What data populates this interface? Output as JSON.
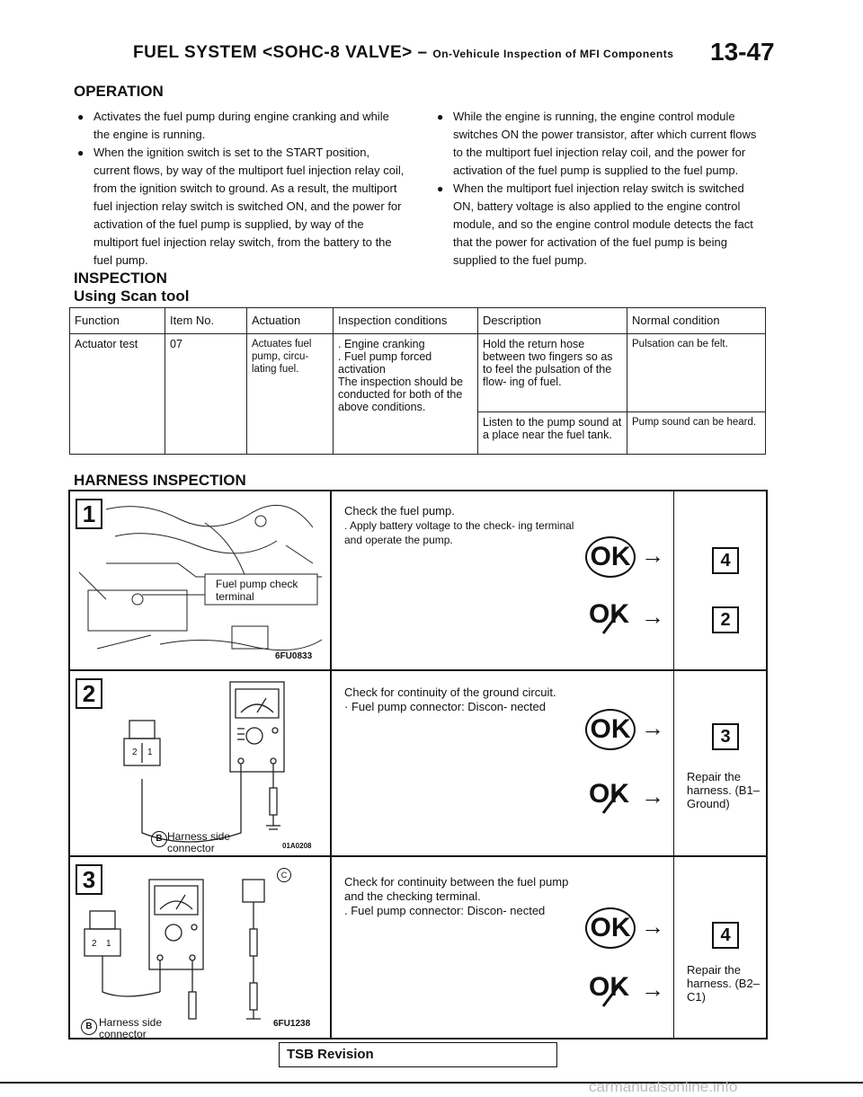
{
  "header": {
    "title": "FUEL SYSTEM <SOHC-8 VALVE> –",
    "subtitle": "On-Vehicule Inspection of MFI Components",
    "page": "13-47"
  },
  "operation": {
    "heading": "OPERATION",
    "left_bullets": [
      "Activates the fuel pump during engine cranking and while the engine is running.",
      "When the ignition switch is set to the START position, current flows, by way of the multiport fuel injection relay coil, from the ignition switch to ground. As a result, the multiport fuel injection relay switch is switched ON, and the power for activation of the fuel pump is supplied, by way of the multiport fuel injection relay switch, from the battery to the fuel pump."
    ],
    "right_bullets": [
      "While the engine is running, the engine control module switches ON the power transistor, after which current flows to the multiport fuel injection relay coil, and the power for activation of the fuel pump is supplied to the fuel pump.",
      "When the multiport fuel injection relay switch is switched ON, battery voltage is also applied to the engine control module, and so the engine control module detects the fact that the power for activation of the fuel pump is being supplied to the fuel pump."
    ]
  },
  "inspection": {
    "heading": "INSPECTION",
    "subheading": "Using Scan tool",
    "table": {
      "headers": [
        "Function",
        "Item No.",
        "Actuation",
        "Inspection conditions",
        "Description",
        "Normal condition"
      ],
      "function": "Actuator test",
      "item_no": "07",
      "actuation": "Actuates fuel pump, circu- lating fuel.",
      "conditions": [
        ". Engine cranking",
        ". Fuel pump forced activation",
        "The inspection should be conducted for both of the above conditions."
      ],
      "rows": [
        {
          "description": "Hold the return hose between two fingers so as to feel the pulsation of the flow- ing of fuel.",
          "normal": "Pulsation can be felt."
        },
        {
          "description": "Listen to the pump sound at a place near the fuel tank.",
          "normal": "Pump sound can be heard."
        }
      ]
    }
  },
  "harness": {
    "heading": "HARNESS INSPECTION",
    "steps": [
      {
        "num": "1",
        "text": "Check the fuel pump.",
        "sub": ". Apply battery voltage to the check- ing terminal and operate the pump.",
        "fig_label": "Fuel pump check terminal",
        "fig_code": "6FU0833",
        "ok_target": "4",
        "ng_target": "2",
        "ng_repair": ""
      },
      {
        "num": "2",
        "text": "Check for continuity of the ground circuit.",
        "sub": "· Fuel pump connector: Discon- nected",
        "fig_label": "Harness side connector",
        "fig_code": "01A0208",
        "ok_target": "3",
        "ng_target": "",
        "ng_repair": "Repair the harness. (B1– Ground)"
      },
      {
        "num": "3",
        "text": "Check for continuity between the fuel pump and the checking terminal.",
        "sub": ". Fuel pump connector: Discon- nected",
        "fig_label": "Harness side connector",
        "fig_code": "6FU1238",
        "ok_target": "4",
        "ng_target": "",
        "ng_repair": "Repair the harness. (B2– C1)"
      }
    ],
    "ok_label": "OK",
    "pin_labels": [
      "2",
      "1"
    ],
    "marker_b": "B",
    "marker_c": "C"
  },
  "footer": {
    "tsb": "TSB Revision",
    "watermark": "carmanualsonline.info"
  }
}
